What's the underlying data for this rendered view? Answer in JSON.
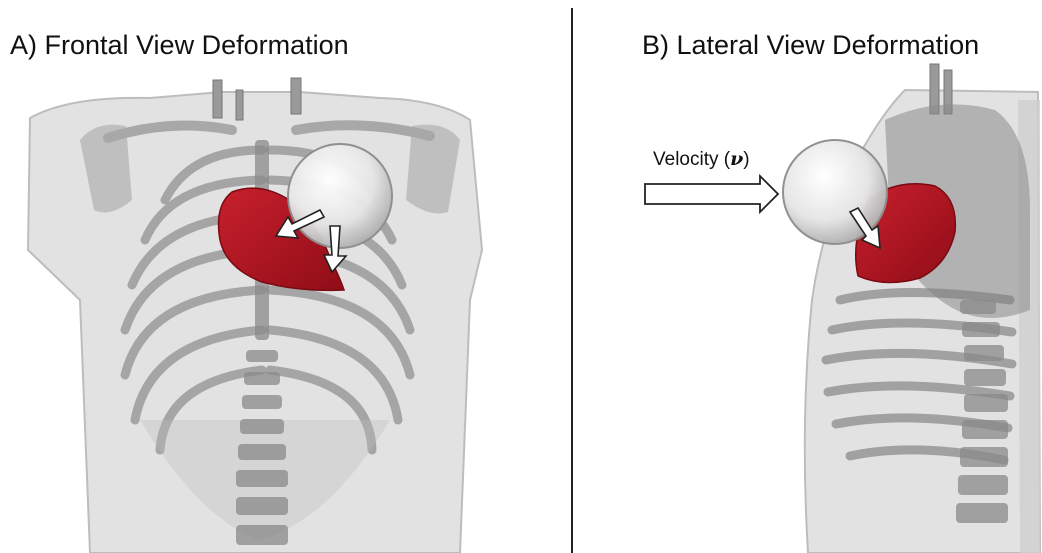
{
  "panels": [
    {
      "title": "A)  Frontal View Deformation"
    },
    {
      "title": "B)  Lateral View Deformation"
    }
  ],
  "annotation": {
    "velocity_label": "Velocity",
    "velocity_open": "(",
    "velocity_symbol": "ν",
    "velocity_close": ")"
  },
  "colors": {
    "heart": "#b3131f",
    "body_shell": "#d8d8d8",
    "bone": "#8a8a8a",
    "impactor": "#ececec",
    "divider": "#222222"
  }
}
